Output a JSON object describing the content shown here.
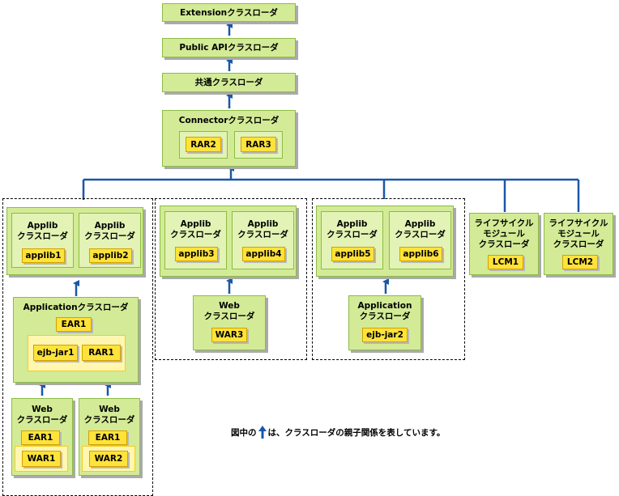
{
  "colors": {
    "loader": "#d3eb96",
    "loader_border": "#8cbc45",
    "module": "#ffe33a",
    "module_border": "#d2a100",
    "arrow": "#1a57a7"
  },
  "nodes": {
    "extension": "Extensionクラスローダ",
    "public_api": "Public APIクラスローダ",
    "common": "共通クラスローダ",
    "connector": {
      "title": "Connectorクラスローダ",
      "rar2": "RAR2",
      "rar3": "RAR3"
    }
  },
  "group1": {
    "applib_a": {
      "title": "Applib\nクラスローダ",
      "module": "applib1"
    },
    "applib_b": {
      "title": "Applib\nクラスローダ",
      "module": "applib2"
    },
    "application": {
      "title": "Applicationクラスローダ",
      "ear": "EAR1",
      "ejb": "ejb-jar1",
      "rar": "RAR1"
    },
    "web_a": {
      "title": "Web\nクラスローダ",
      "ear": "EAR1",
      "war": "WAR1"
    },
    "web_b": {
      "title": "Web\nクラスローダ",
      "ear": "EAR1",
      "war": "WAR2"
    }
  },
  "group2": {
    "applib_a": {
      "title": "Applib\nクラスローダ",
      "module": "applib3"
    },
    "applib_b": {
      "title": "Applib\nクラスローダ",
      "module": "applib4"
    },
    "web": {
      "title": "Web\nクラスローダ",
      "war": "WAR3"
    }
  },
  "group3": {
    "applib_a": {
      "title": "Applib\nクラスローダ",
      "module": "applib5"
    },
    "applib_b": {
      "title": "Applib\nクラスローダ",
      "module": "applib6"
    },
    "application": {
      "title": "Application\nクラスローダ",
      "ejb": "ejb-jar2"
    }
  },
  "lifecycle_a": {
    "title": "ライフサイクル\nモジュール\nクラスローダ",
    "module": "LCM1"
  },
  "lifecycle_b": {
    "title": "ライフサイクル\nモジュール\nクラスローダ",
    "module": "LCM2"
  },
  "legend": {
    "before": "図中の",
    "after": "は、クラスローダの親子関係を表しています。",
    "icon": "up-arrow-icon"
  }
}
